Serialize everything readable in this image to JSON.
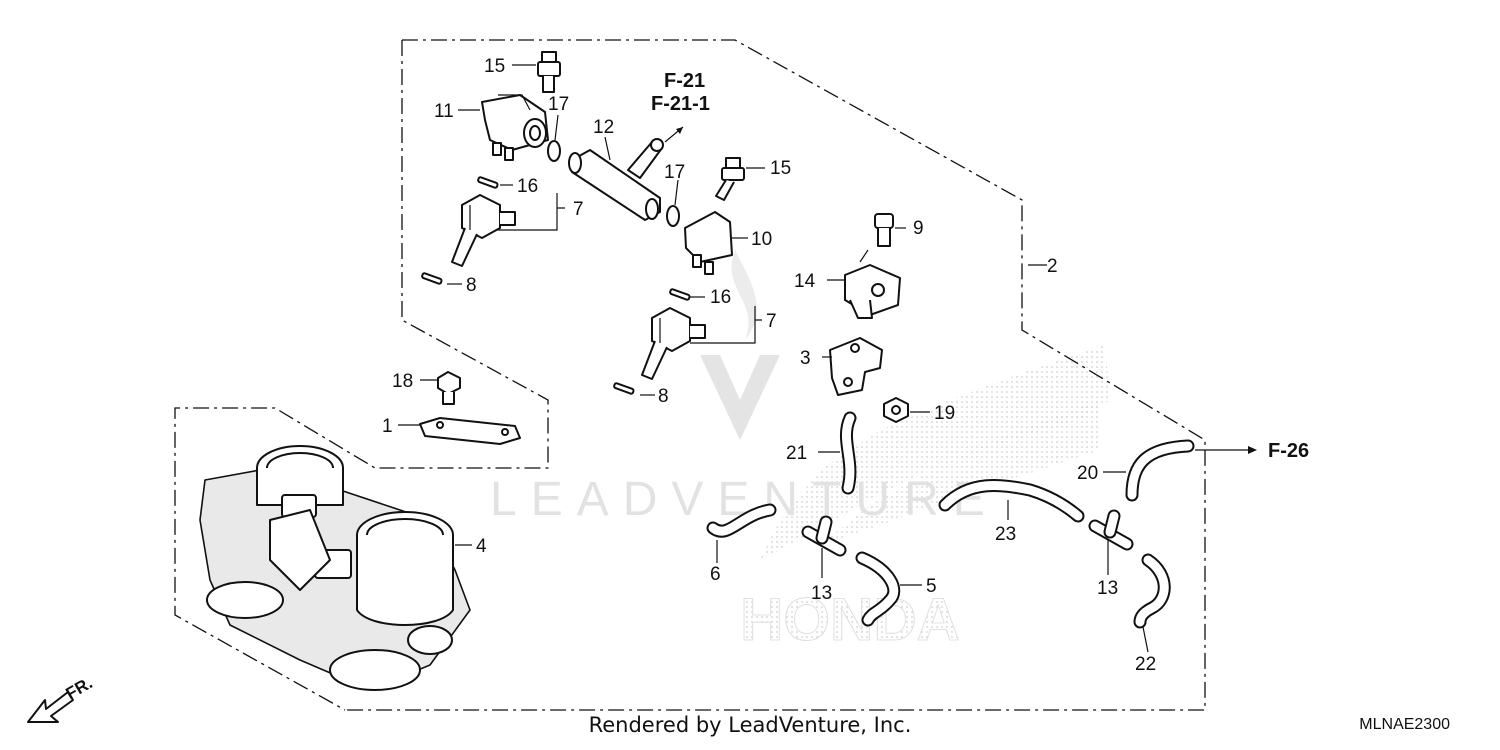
{
  "callouts": {
    "c1": "1",
    "c2": "2",
    "c3": "3",
    "c4": "4",
    "c5": "5",
    "c6": "6",
    "c7a": "7",
    "c7b": "7",
    "c8a": "8",
    "c8b": "8",
    "c9": "9",
    "c10": "10",
    "c11": "11",
    "c12": "12",
    "c13a": "13",
    "c13b": "13",
    "c14": "14",
    "c15a": "15",
    "c15b": "15",
    "c16a": "16",
    "c16b": "16",
    "c17a": "17",
    "c17b": "17",
    "c18": "18",
    "c19": "19",
    "c20": "20",
    "c21": "21",
    "c22": "22",
    "c23": "23"
  },
  "references": {
    "ref_f21": "F-21",
    "ref_f21_1": "F-21-1",
    "ref_f26": "F-26",
    "front": "FR."
  },
  "footer": {
    "rendered_by": "Rendered by LeadVenture, Inc.",
    "diagram_code": "MLNAE2300"
  },
  "watermark": {
    "brand": "LEADVENTURE",
    "honda": "HONDA"
  },
  "colors": {
    "ink": "#111111",
    "watermark": "#d8d8d8"
  }
}
